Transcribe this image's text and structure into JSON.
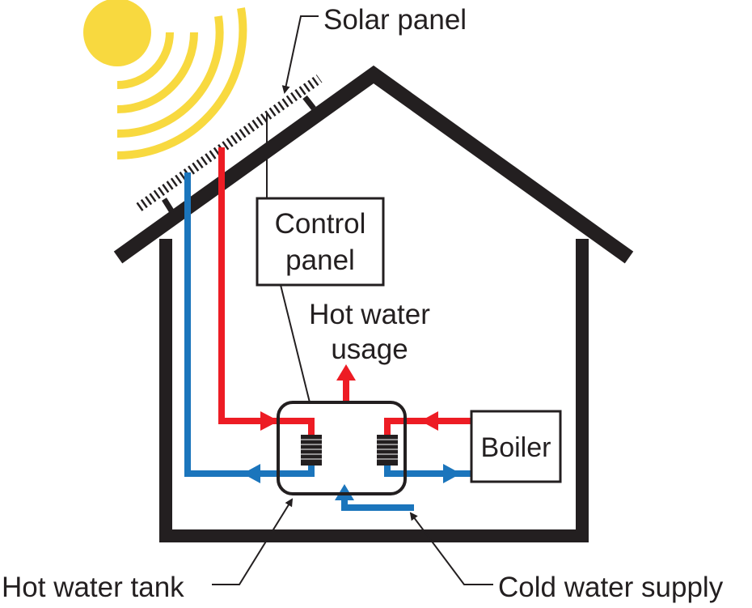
{
  "labels": {
    "solar_panel": "Solar panel",
    "control_panel_line1": "Control",
    "control_panel_line2": "panel",
    "hot_water_usage_line1": "Hot water",
    "hot_water_usage_line2": "usage",
    "boiler": "Boiler",
    "hot_water_tank": "Hot water tank",
    "cold_water_supply": "Cold water supply"
  },
  "colors": {
    "sun": "#F8D93F",
    "structure": "#231f20",
    "hot_pipe": "#ED1C24",
    "cold_pipe": "#1B75BC"
  }
}
